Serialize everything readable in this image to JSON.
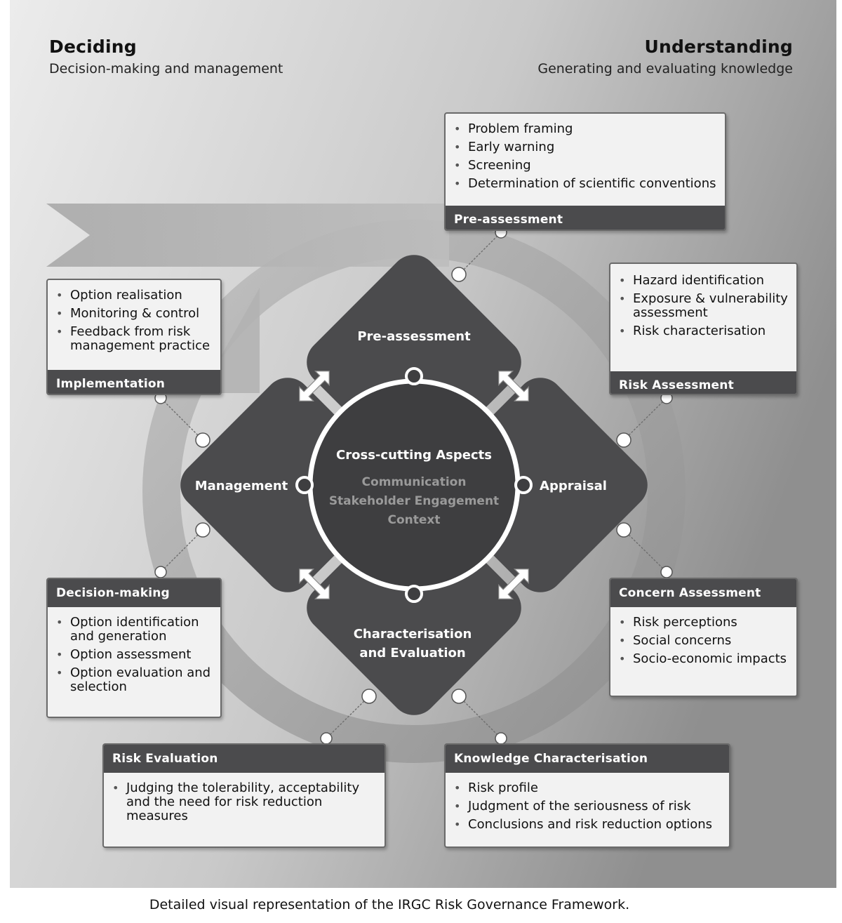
{
  "header_left": {
    "title": "Deciding",
    "subtitle": "Decision-making and management"
  },
  "header_right": {
    "title": "Understanding",
    "subtitle": "Generating and evaluating knowledge"
  },
  "quadrants": {
    "top": "Pre-assessment",
    "right": "Appraisal",
    "bottom_line1": "Characterisation",
    "bottom_line2": "and Evaluation",
    "left": "Management"
  },
  "center": {
    "title": "Cross-cutting Aspects",
    "items": [
      "Communication",
      "Stakeholder Engagement",
      "Context"
    ]
  },
  "boxes": {
    "pre_assessment": {
      "title": "Pre-assessment",
      "items": [
        "Problem framing",
        "Early warning",
        "Screening",
        "Determination of scientific conventions"
      ]
    },
    "risk_assessment": {
      "title": "Risk Assessment",
      "items": [
        "Hazard identification",
        "Exposure & vulnerability assessment",
        "Risk characterisation"
      ]
    },
    "concern_assessment": {
      "title": "Concern Assessment",
      "items": [
        "Risk perceptions",
        "Social concerns",
        "Socio-economic impacts"
      ]
    },
    "knowledge_characterisation": {
      "title": "Knowledge Characterisation",
      "items": [
        "Risk profile",
        "Judgment of the seriousness of risk",
        "Conclusions and risk reduction options"
      ]
    },
    "risk_evaluation": {
      "title": "Risk Evaluation",
      "items": [
        "Judging the tolerability, acceptability and the need for risk reduction measures"
      ]
    },
    "decision_making": {
      "title": "Decision-making",
      "items": [
        "Option identification and generation",
        "Option assessment",
        "Option evaluation and selection"
      ]
    },
    "implementation": {
      "title": "Implementation",
      "items": [
        "Option realisation",
        "Monitoring & control",
        "Feedback from risk management practice"
      ]
    }
  },
  "caption": "Detailed visual representation of the IRGC Risk Governance Framework."
}
